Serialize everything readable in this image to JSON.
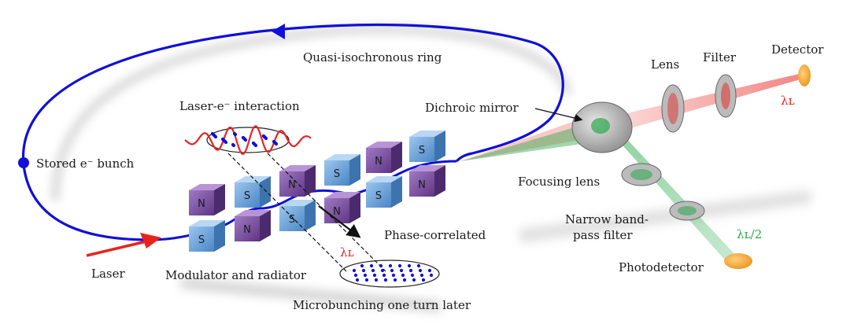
{
  "labels": {
    "ring": "Quasi-isochronous ring",
    "stored_bunch": "Stored e⁻ bunch",
    "laser_interaction": "Laser-e⁻ interaction",
    "dichroic_mirror": "Dichroic mirror",
    "lens": "Lens",
    "filter": "Filter",
    "detector": "Detector",
    "lambda_L_detector": "λʟ",
    "focusing_lens": "Focusing lens",
    "narrow_band_line1": "Narrow band-",
    "narrow_band_line2": "pass filter",
    "lambda_half": "λʟ/2",
    "photodetector": "Photodetector",
    "phase_correlated": "Phase-correlated",
    "lambda_L_bunch": "λʟ",
    "laser": "Laser",
    "modulator_radiator": "Modulator and radiator",
    "microbunching": "Microbunching one turn later"
  },
  "magnets": {
    "north": "N",
    "south": "S"
  },
  "colors": {
    "electron_beam": "#1010d8",
    "laser": "#e8231f",
    "harmonic": "#2aa84a",
    "magnet_s": "#5b9bd5",
    "magnet_n": "#7b4aa0",
    "detector": "#f5a623"
  }
}
